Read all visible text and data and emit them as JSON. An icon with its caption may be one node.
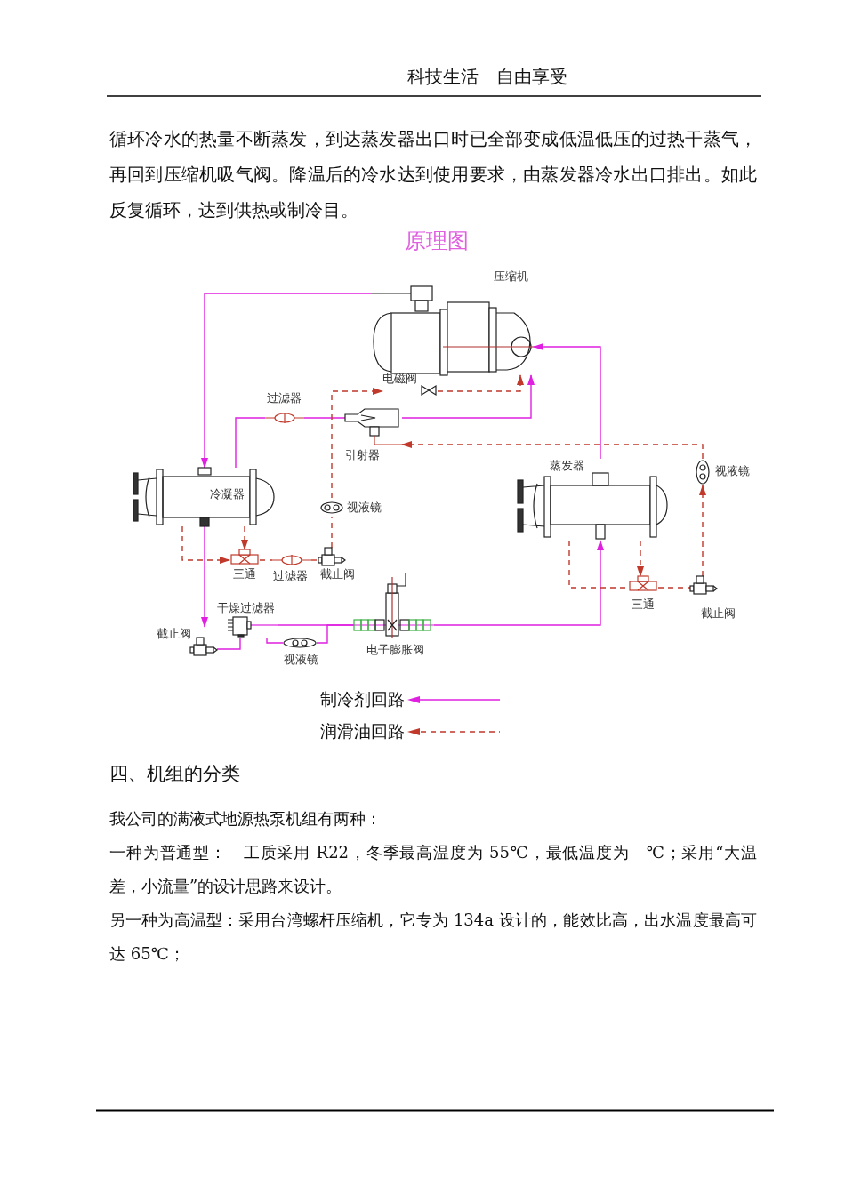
{
  "diagram": {
    "title": "原理图",
    "nodes": [
      {
        "text": [
          "压缩机"
        ]
      },
      {
        "text": [
          "电磁阀"
        ]
      },
      {
        "text": [
          "过滤器"
        ]
      },
      {
        "text": [
          "引射器"
        ]
      },
      {
        "text": [
          "冷凝器"
        ]
      },
      {
        "text": [
          "视液镜"
        ]
      },
      {
        "text": [
          "三通"
        ]
      },
      {
        "text": [
          "过滤器"
        ]
      },
      {
        "text": [
          "截止阀"
        ]
      },
      {
        "text": [
          "蒸发器"
        ]
      },
      {
        "text": [
          "视液镜"
        ]
      },
      {
        "text": [
          "三通"
        ]
      },
      {
        "text": [
          "截止阀"
        ]
      },
      {
        "text": [
          "截止阀"
        ]
      },
      {
        "text": [
          "干燥过滤器"
        ]
      },
      {
        "text": [
          "视液镜"
        ]
      },
      {
        "text": [
          "电子膨胀阀"
        ]
      }
    ],
    "edges": [
      {
        "from": 0,
        "to": 4,
        "arrow": "to",
        "color": "#e020e0"
      },
      {
        "from": 4,
        "to": 2,
        "arrow": "none",
        "color": "#e020e0"
      },
      {
        "from": 2,
        "to": 3,
        "arrow": "none",
        "color": "#e020e0"
      },
      {
        "from": 3,
        "to": 0,
        "arrow": "to",
        "color": "#e020e0"
      },
      {
        "from": 4,
        "to": 13,
        "arrow": "to",
        "color": "#e020e0"
      },
      {
        "from": 13,
        "to": 14,
        "arrow": "none",
        "color": "#e020e0"
      },
      {
        "from": 14,
        "to": 16,
        "arrow": "none",
        "color": "#e020e0"
      },
      {
        "from": 14,
        "to": 15,
        "arrow": "none",
        "color": "#e020e0"
      },
      {
        "from": 15,
        "to": 16,
        "arrow": "none",
        "color": "#e020e0"
      },
      {
        "from": 16,
        "to": 9,
        "arrow": "to",
        "color": "#e020e0"
      },
      {
        "from": 9,
        "to": 0,
        "arrow": "to",
        "color": "#e020e0"
      },
      {
        "from": 4,
        "to": 6,
        "arrow": "to",
        "style": "dashed"
      },
      {
        "from": 4,
        "to": 6,
        "arrow": "to",
        "style": "dashed"
      },
      {
        "from": 6,
        "to": 7,
        "arrow": "none",
        "style": "dashed"
      },
      {
        "from": 7,
        "to": 8,
        "arrow": "none",
        "style": "dashed"
      },
      {
        "from": 8,
        "to": 5,
        "arrow": "none",
        "style": "dashed"
      },
      {
        "from": 5,
        "to": 1,
        "arrow": "to",
        "style": "dashed"
      },
      {
        "from": 1,
        "to": 0,
        "arrow": "to",
        "style": "dashed"
      },
      {
        "from": 9,
        "to": 11,
        "arrow": "to",
        "style": "dashed"
      },
      {
        "from": 9,
        "to": 11,
        "arrow": "none",
        "style": "dashed"
      },
      {
        "from": 11,
        "to": 12,
        "arrow": "none",
        "style": "dashed"
      },
      {
        "from": 12,
        "to": 10,
        "arrow": "to",
        "style": "dashed"
      },
      {
        "from": 10,
        "to": 3,
        "arrow": "to",
        "style": "dashed"
      }
    ],
    "labels": [
      "科技生活　自由享受",
      "循环冷水的热量不断蒸发，到达蒸发器出口时已全部变成低温低压的过热干蒸气，再回到压缩机吸气阀。降温后的冷水达到使用要求，由蒸发器冷水出口排出。如此反复循环，达到供热或制冷目。",
      "四、机组的分类",
      "我公司的满液式地源热泵机组有两种：",
      "一种为普通型：　工质采用 R22，冬季最高温度为 55℃，最低温度为　℃；采用“大温差，小流量”的设计思路来设计。",
      "另一种为高温型：采用台湾螺杆压缩机，它专为 134a 设计的，能效比高，出水温度最高可达 65℃；"
    ],
    "legend": [
      {
        "text": "制冷剂回路"
      },
      {
        "text": "润滑油回路"
      }
    ]
  }
}
